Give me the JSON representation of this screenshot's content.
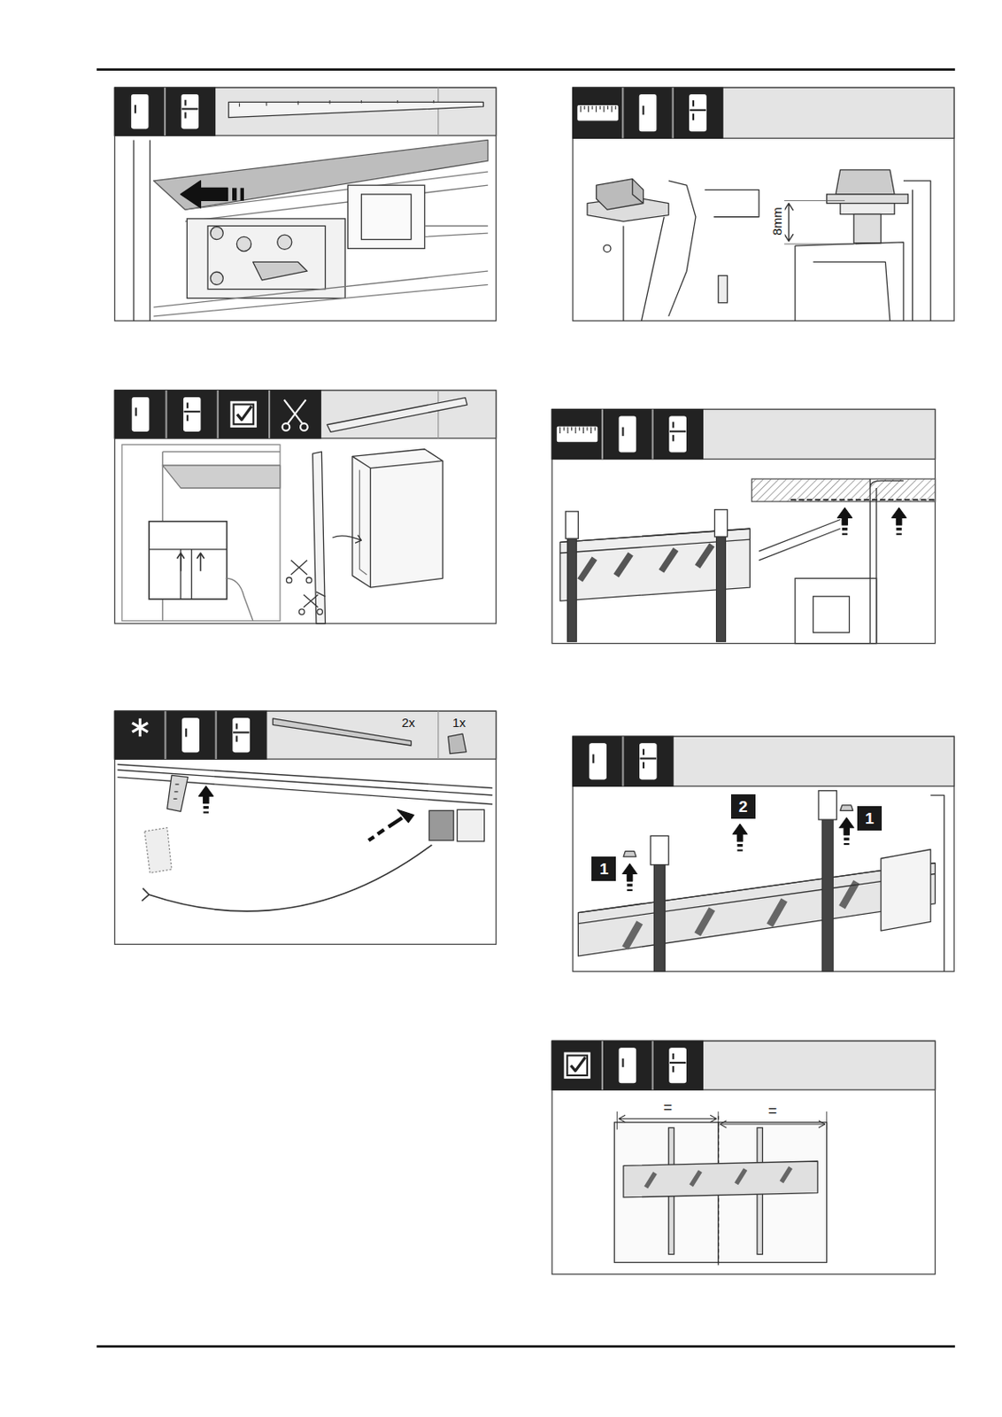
{
  "diagram": {
    "nodes": [
      {
        "text": [
          "1"
        ]
      },
      {
        "text": [
          "2"
        ]
      },
      {
        "text": [
          "1"
        ]
      }
    ],
    "labels": [
      "2x",
      "1x",
      "8mm",
      "=",
      "="
    ]
  }
}
